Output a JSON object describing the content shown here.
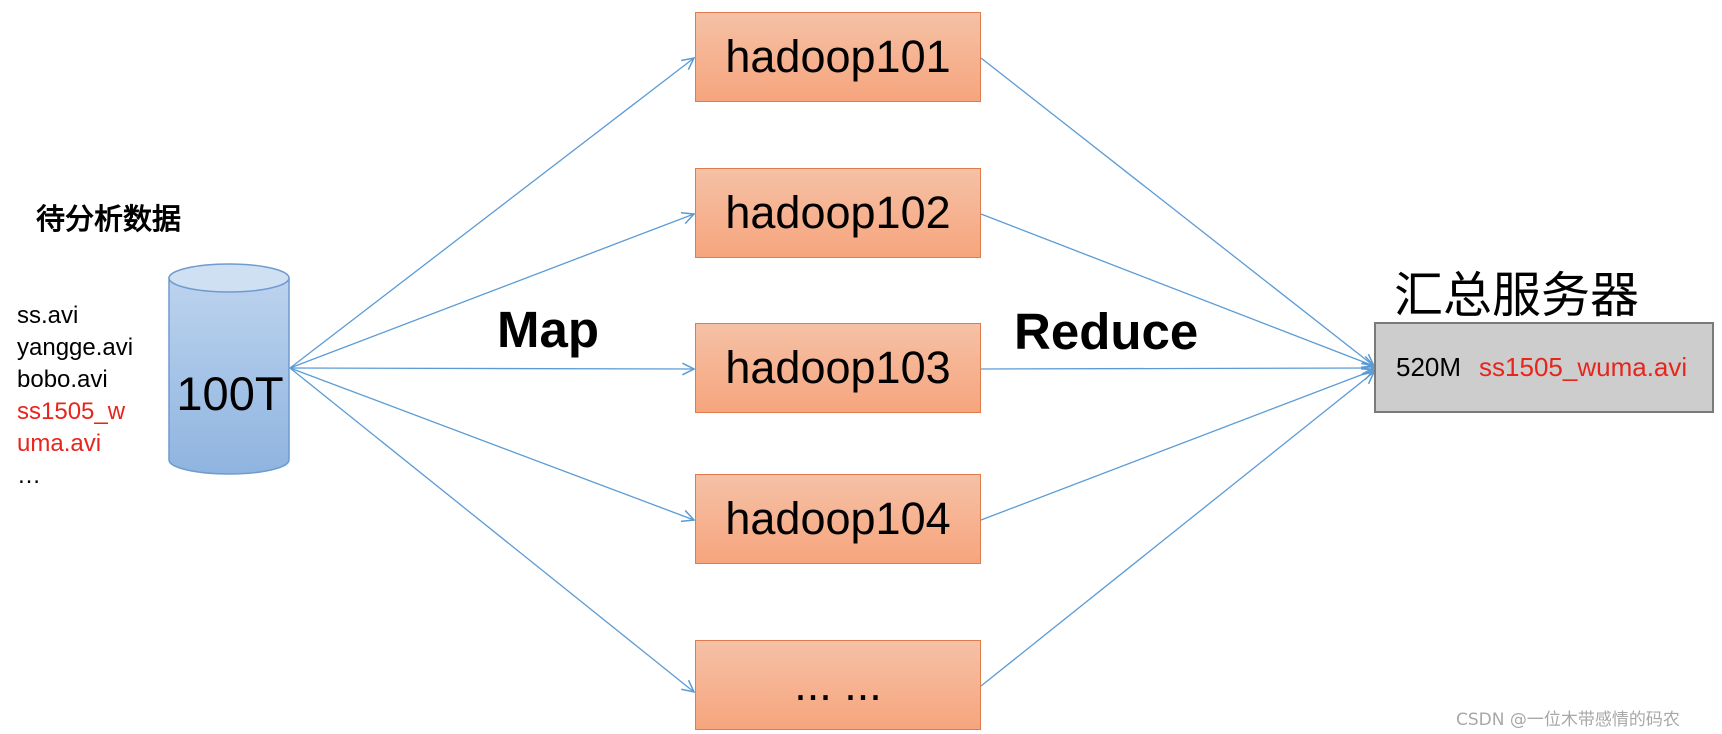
{
  "source": {
    "title": "待分析数据",
    "files": [
      {
        "text": "ss.avi",
        "color": "#000000"
      },
      {
        "text": "yangge.avi",
        "color": "#000000"
      },
      {
        "text": "bobo.avi",
        "color": "#000000"
      },
      {
        "text": "ss1505_w",
        "color": "#e8251c"
      },
      {
        "text": "uma.avi",
        "color": "#e8251c"
      },
      {
        "text": "…",
        "color": "#000000"
      }
    ]
  },
  "database": {
    "label": "100T"
  },
  "phases": {
    "map": "Map",
    "reduce": "Reduce"
  },
  "nodes": [
    {
      "label": "hadoop101"
    },
    {
      "label": "hadoop102"
    },
    {
      "label": "hadoop103"
    },
    {
      "label": "hadoop104"
    },
    {
      "label": "... ..."
    }
  ],
  "server": {
    "title": "汇总服务器",
    "size": "520M",
    "file": "ss1505_wuma.avi",
    "file_color": "#e8251c"
  },
  "watermark": "CSDN @一位木带感情的码农",
  "colors": {
    "arrow": "#5b9bd5",
    "node_fill_top": "#f5c1a6",
    "node_fill_bottom": "#f6a57d",
    "node_border": "#e07c4c",
    "database_fill": "#a7c4e6",
    "server_fill": "#cdcdcd",
    "highlight": "#e8251c"
  }
}
